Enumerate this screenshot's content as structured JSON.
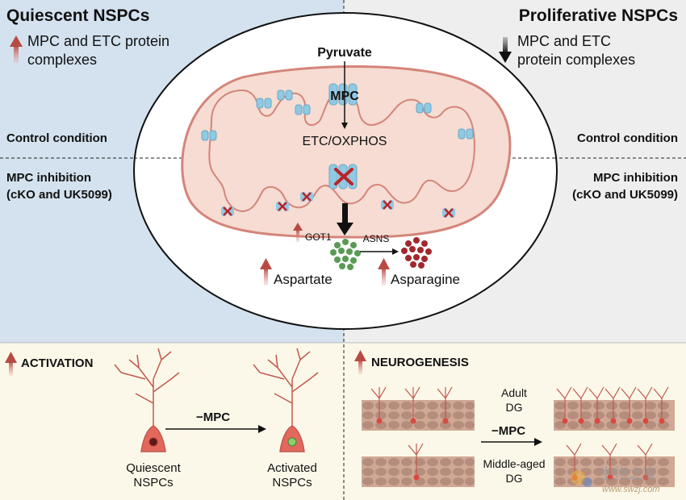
{
  "left_panel": {
    "title": "Quiescent NSPCs",
    "note_line1": "MPC and ETC protein",
    "note_line2": "complexes"
  },
  "right_panel": {
    "title": "Proliferative NSPCs",
    "note_line1": "MPC and ETC",
    "note_line2": "protein complexes"
  },
  "conditions": {
    "control": "Control condition",
    "inhibition_line1": "MPC inhibition",
    "inhibition_line2": "(cKO and UK5099)"
  },
  "mito": {
    "pyruvate": "Pyruvate",
    "mpc": "MPC",
    "etc": "ETC/OXPHOS",
    "got1": "GOT1",
    "asns": "ASNS",
    "aspartate": "Aspartate",
    "asparagine": "Asparagine"
  },
  "activation": {
    "title": "ACTIVATION",
    "arrow_label": "−MPC",
    "left_line1": "Quiescent",
    "left_line2": "NSPCs",
    "right_line1": "Activated",
    "right_line2": "NSPCs"
  },
  "neurogenesis": {
    "title": "NEUROGENESIS",
    "adult_line1": "Adult",
    "adult_line2": "DG",
    "arrow_label": "−MPC",
    "middle_line1": "Middle-aged",
    "middle_line2": "DG"
  },
  "watermark": {
    "text": "生物之家",
    "url": "www.swzj.com"
  },
  "colors": {
    "left_bg": "#d3e2ee",
    "right_bg": "#eeeeee",
    "bottom_bg": "#fcf8e9",
    "up_arrow": "#b84a44",
    "mito_fill": "#f6dcd2",
    "mito_stroke": "#d4857a",
    "complex": "#8fc9e4",
    "inhibit": "#b8242a",
    "aspartate": "#5a9a55",
    "asparagine": "#a1292c",
    "neuron": "#c2584f"
  }
}
